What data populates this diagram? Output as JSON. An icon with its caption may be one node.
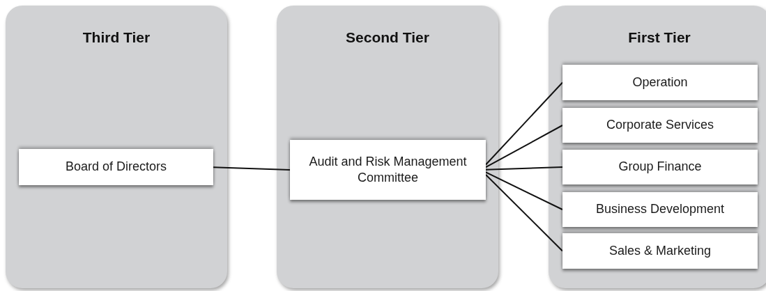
{
  "diagram": {
    "nodes": [
      {
        "text": [
          "Third Tier"
        ]
      },
      {
        "text": [
          "Board of Directors"
        ],
        "in": 0
      },
      {
        "text": [
          "Second Tier"
        ]
      },
      {
        "text": [
          "Audit and Risk Management Committee"
        ],
        "in": 2
      },
      {
        "text": [
          "First Tier"
        ]
      },
      {
        "text": [
          "Operation"
        ],
        "in": 4
      },
      {
        "text": [
          "Corporate Services"
        ],
        "in": 4
      },
      {
        "text": [
          "Group Finance"
        ],
        "in": 4
      },
      {
        "text": [
          "Business Development"
        ],
        "in": 4
      },
      {
        "text": [
          "Sales & Marketing"
        ],
        "in": 4
      }
    ],
    "edges": [
      {
        "from": 1,
        "to": 3,
        "arrow": "none"
      },
      {
        "from": 3,
        "to": 5,
        "arrow": "none"
      },
      {
        "from": 3,
        "to": 6,
        "arrow": "none"
      },
      {
        "from": 3,
        "to": 7,
        "arrow": "none"
      },
      {
        "from": 3,
        "to": 8,
        "arrow": "none"
      },
      {
        "from": 3,
        "to": 9,
        "arrow": "none"
      }
    ]
  }
}
